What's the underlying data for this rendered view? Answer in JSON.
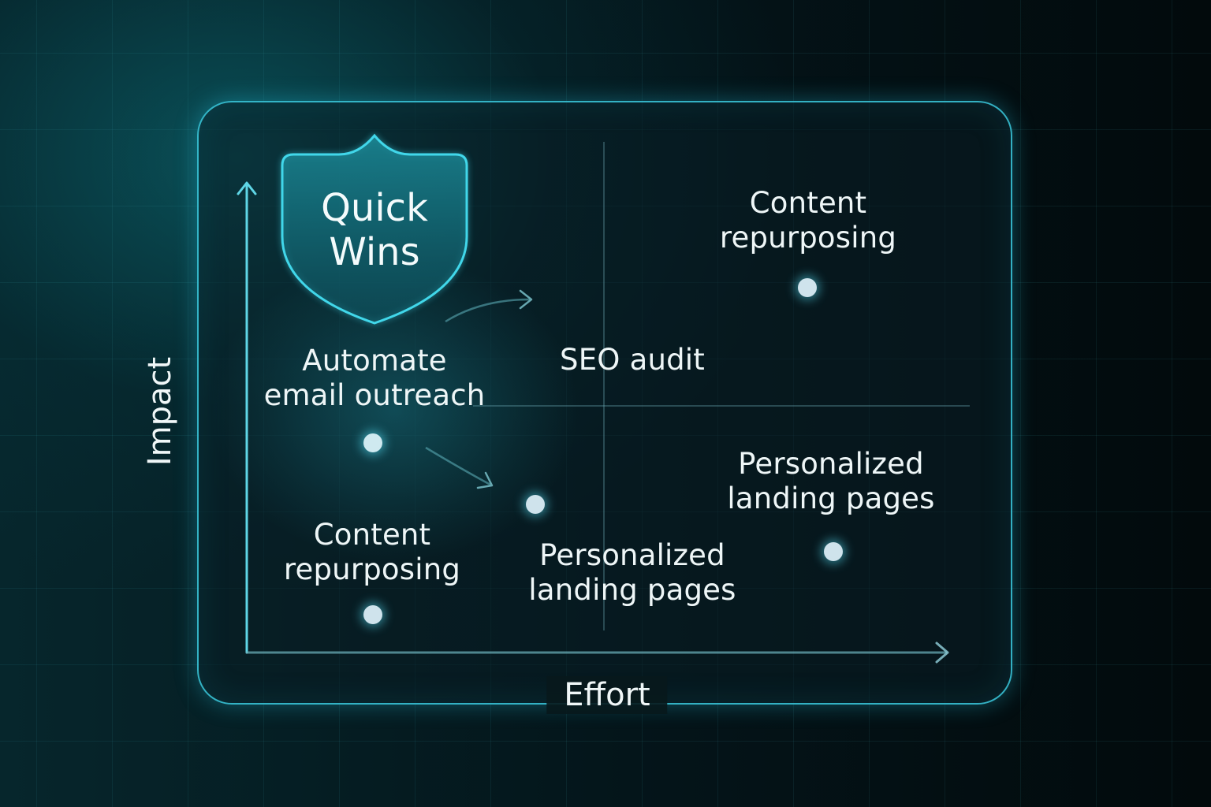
{
  "axes": {
    "x_label": "Effort",
    "y_label": "Impact"
  },
  "badge": {
    "line1": "Quick",
    "line2": "Wins"
  },
  "items": [
    {
      "line1": "Automate",
      "line2": "email outreach"
    },
    {
      "line1": "SEO audit"
    },
    {
      "line1": "Content",
      "line2": "repurposing"
    },
    {
      "line1": "Content",
      "line2": "repurposing"
    },
    {
      "line1": "Personalized",
      "line2": "landing pages"
    },
    {
      "line1": "Personalized",
      "line2": "landing pages"
    }
  ],
  "colors": {
    "accent": "#3ccde1",
    "background": "#041014",
    "text": "#eef6f7",
    "dot": "#cfe9f0"
  }
}
